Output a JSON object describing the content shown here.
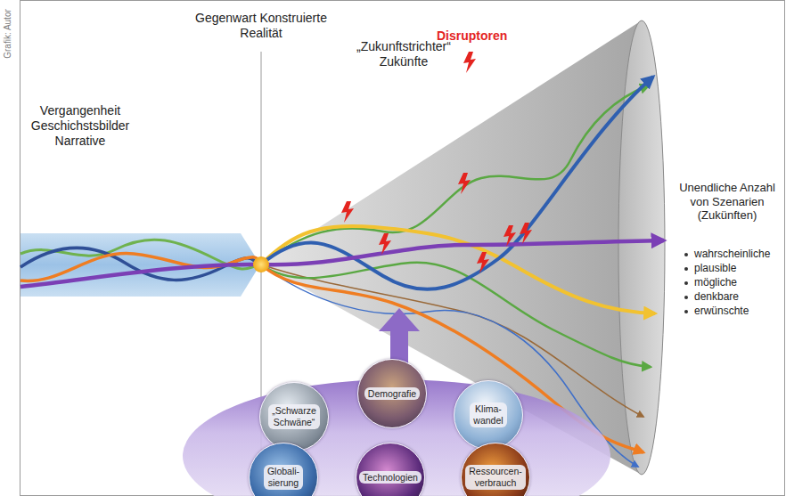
{
  "diagram": {
    "nodes": [
      {
        "text": [
          "„Schwarze Schwäne“"
        ]
      },
      {
        "text": [
          "Demografie"
        ]
      },
      {
        "text": [
          "Klima- wandel"
        ]
      },
      {
        "text": [
          "Globali- sierung"
        ]
      },
      {
        "text": [
          "Technologien"
        ]
      },
      {
        "text": [
          "Ressourcen- verbrauch"
        ]
      }
    ],
    "labels": [
      "Grafik: Autor",
      "Vergangenheit Geschichstsbilder Narrative",
      "Gegenwart Konstruierte Realität",
      "„Zukunftstrichter“ Zukünfte",
      "Disruptoren",
      "Unendliche Anzahl von Szenarien (Zukünften)",
      "wahrscheinliche",
      "plausible",
      "mögliche",
      "denkbare",
      "erwünschte"
    ]
  }
}
